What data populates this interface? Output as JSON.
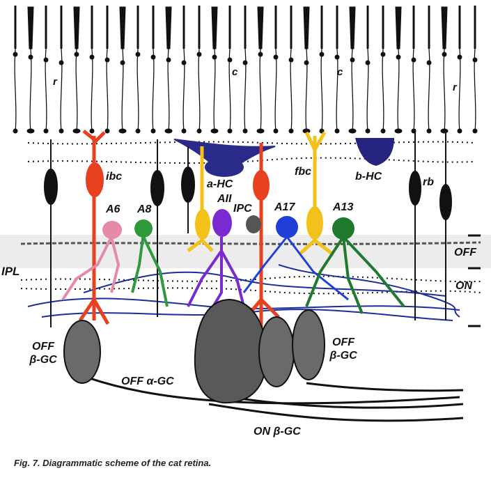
{
  "labels": {
    "r_left": "r",
    "r_right": "r",
    "c_left": "c",
    "c_right": "c",
    "ibc": "ibc",
    "a_hc": "a-HC",
    "fbc": "fbc",
    "b_hc": "b-HC",
    "rb": "rb",
    "a6": "A6",
    "a8": "A8",
    "aii": "AII",
    "ipc": "IPC",
    "a17": "A17",
    "a13": "A13",
    "ipl": "IPL",
    "off_layer": "OFF",
    "on_layer": "ON",
    "off_beta_gc_left_1": "OFF",
    "off_beta_gc_left_2": "β-GC",
    "off_alpha_gc": "OFF α-GC",
    "on_beta_gc": "ON β-GC",
    "off_beta_gc_right_1": "OFF",
    "off_beta_gc_right_2": "β-GC"
  },
  "caption": "Fig. 7. Diagrammatic scheme of the cat retina.",
  "colors": {
    "ibc": "#e8411f",
    "fbc": "#f2c21a",
    "a_hc": "#2a2a8a",
    "b_hc": "#252580",
    "a6": "#e58aa8",
    "a8": "#2e9a3a",
    "aii": "#7a2ad0",
    "a17": "#1f3fd6",
    "a13": "#1f7a2e",
    "ipl_band": "#ececec",
    "gc": "#6a6a6a"
  }
}
